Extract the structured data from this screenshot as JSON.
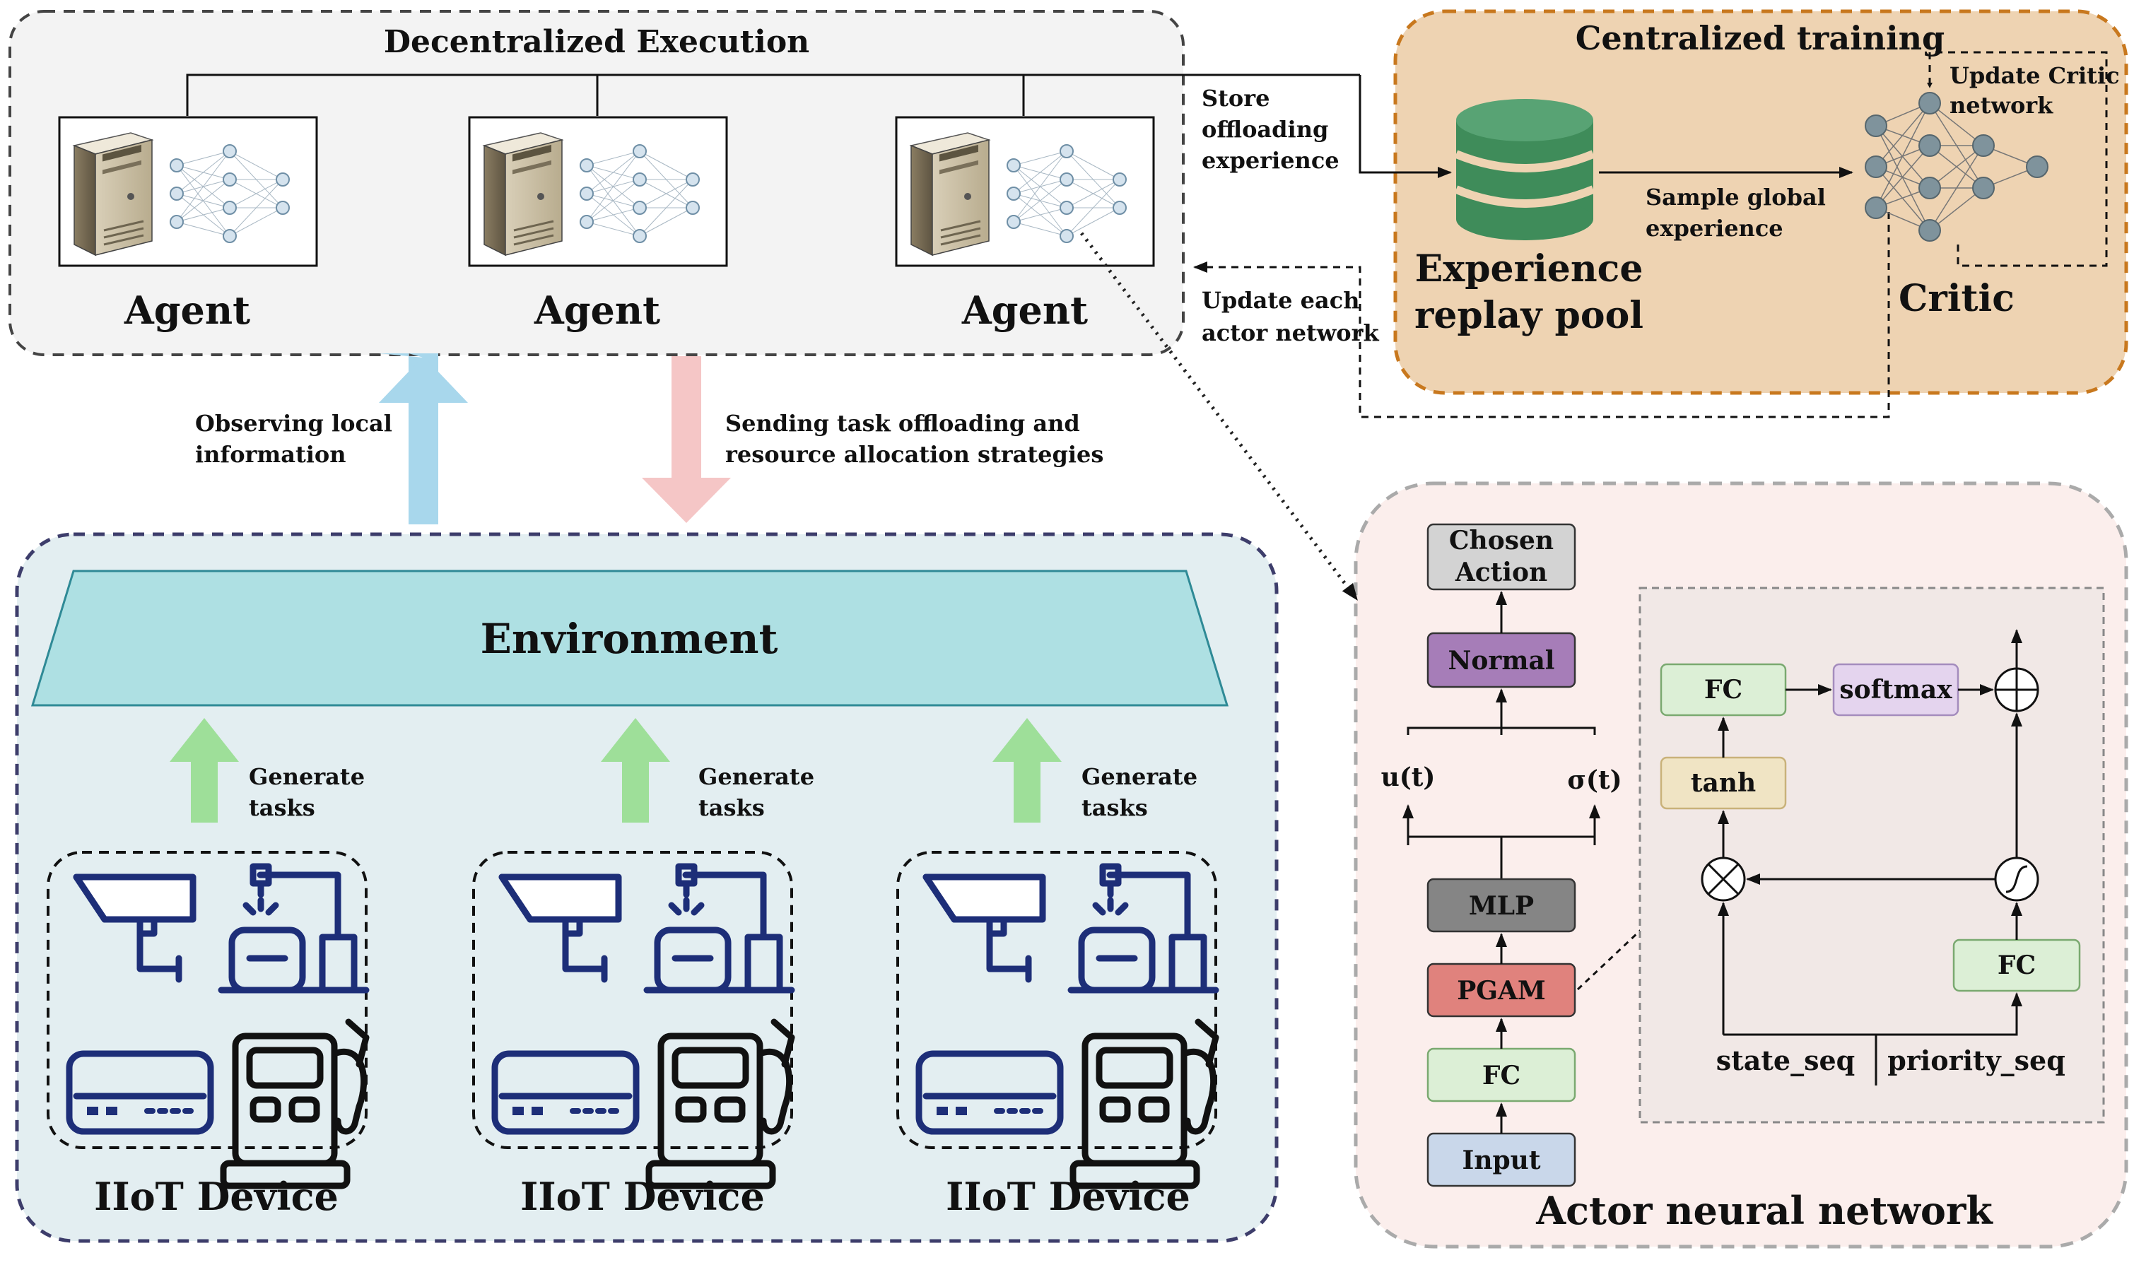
{
  "decentralized": {
    "title": "Decentralized Execution",
    "agents": [
      "Agent",
      "Agent",
      "Agent"
    ]
  },
  "centralized": {
    "title": "Centralized training",
    "pool_line1": "Experience",
    "pool_line2": "replay pool",
    "critic": "Critic",
    "update_critic_line1": "Update Critic",
    "update_critic_line2": "network",
    "sample_line1": "Sample global",
    "sample_line2": "experience"
  },
  "links": {
    "store_line1": "Store",
    "store_line2": "offloading",
    "store_line3": "experience",
    "update_actor_line1": "Update each",
    "update_actor_line2": "actor network",
    "observe_line1": "Observing local",
    "observe_line2": "information",
    "sending_line1": "Sending task offloading and",
    "sending_line2": "resource allocation strategies"
  },
  "environment": {
    "label": "Environment",
    "generate_line1": "Generate",
    "generate_line2": "tasks",
    "devices": [
      "IIoT Device",
      "IIoT Device",
      "IIoT Device"
    ]
  },
  "actor": {
    "title": "Actor neural network",
    "chosen_line1": "Chosen",
    "chosen_line2": "Action",
    "normal": "Normal",
    "u": "u(t)",
    "sigma": "σ(t)",
    "mlp": "MLP",
    "pgam": "PGAM",
    "fc": "FC",
    "input": "Input",
    "detail": {
      "fc_top": "FC",
      "softmax": "softmax",
      "tanh": "tanh",
      "fc_bottom": "FC",
      "state_seq": "state_seq",
      "priority_seq": "priority_seq"
    }
  },
  "colors": {
    "decentralized_bg": "#f3f3f3",
    "centralized_bg": "#eed3b2",
    "centralized_border": "#c8781e",
    "environment_bg": "#e3eef1",
    "environment_trap": "#aee0e3",
    "actor_bg": "#fbeeec",
    "db_green": "#3f8c5a",
    "device_blue": "#1d2e78",
    "arrow_up_blue": "#a8d7ec",
    "arrow_down_pink": "#f5c6c6",
    "arrow_green": "#9edf99",
    "box_chosen": "#d3d3d3",
    "box_normal": "#a67db8",
    "box_mlp": "#858585",
    "box_pgam": "#e0827d",
    "box_fc": "#dcefd6",
    "box_input": "#c9d7ea",
    "box_tanh": "#f0e4c4",
    "box_softmax": "#e4d4ee"
  }
}
